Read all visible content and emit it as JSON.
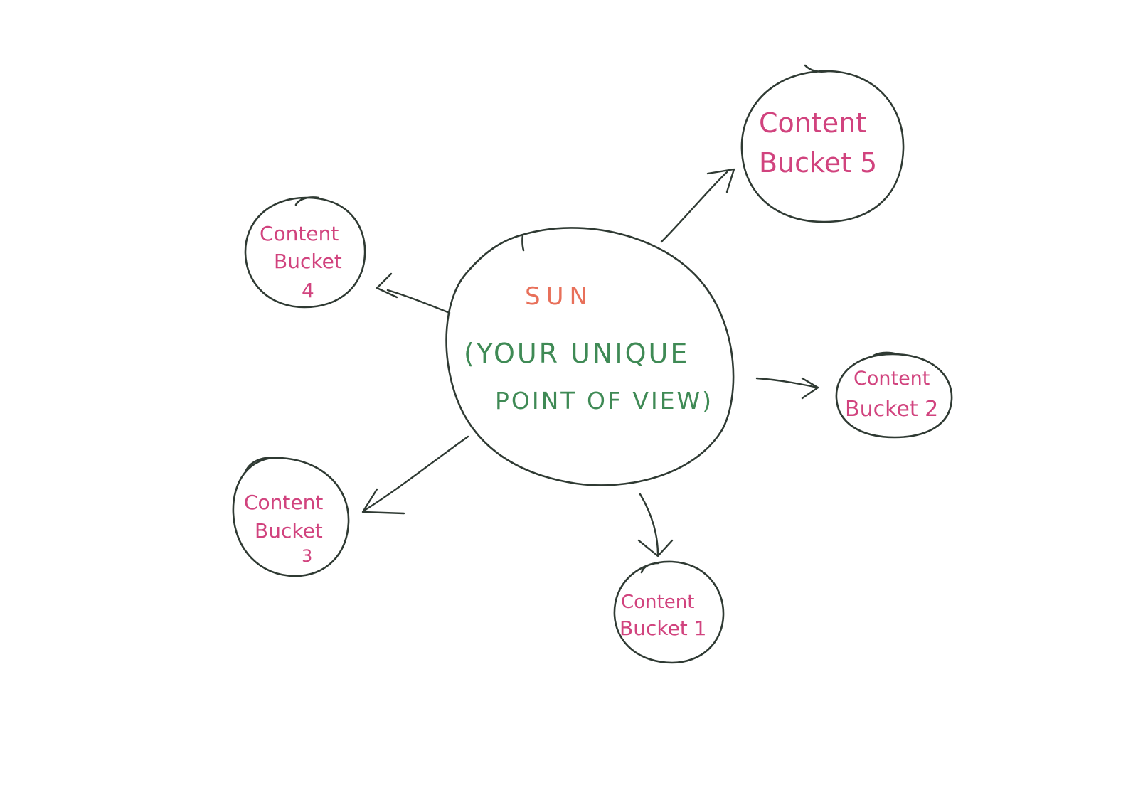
{
  "colors": {
    "outline": "#2f3a33",
    "center_title": "#e8705a",
    "center_text": "#3f8a55",
    "bucket_text": "#d1437e"
  },
  "center": {
    "title": "SUN",
    "line1": "(YOUR UNIQUE",
    "line2": "POINT OF VIEW)"
  },
  "buckets": [
    {
      "id": "1",
      "line1": "Content",
      "line2": "Bucket 1",
      "line3": ""
    },
    {
      "id": "2",
      "line1": "Content",
      "line2": "Bucket 2",
      "line3": ""
    },
    {
      "id": "3",
      "line1": "Content",
      "line2": "Bucket",
      "line3": "3"
    },
    {
      "id": "4",
      "line1": "Content",
      "line2": "Bucket",
      "line3": "4"
    },
    {
      "id": "5",
      "line1": "Content",
      "line2": "Bucket 5",
      "line3": ""
    }
  ]
}
